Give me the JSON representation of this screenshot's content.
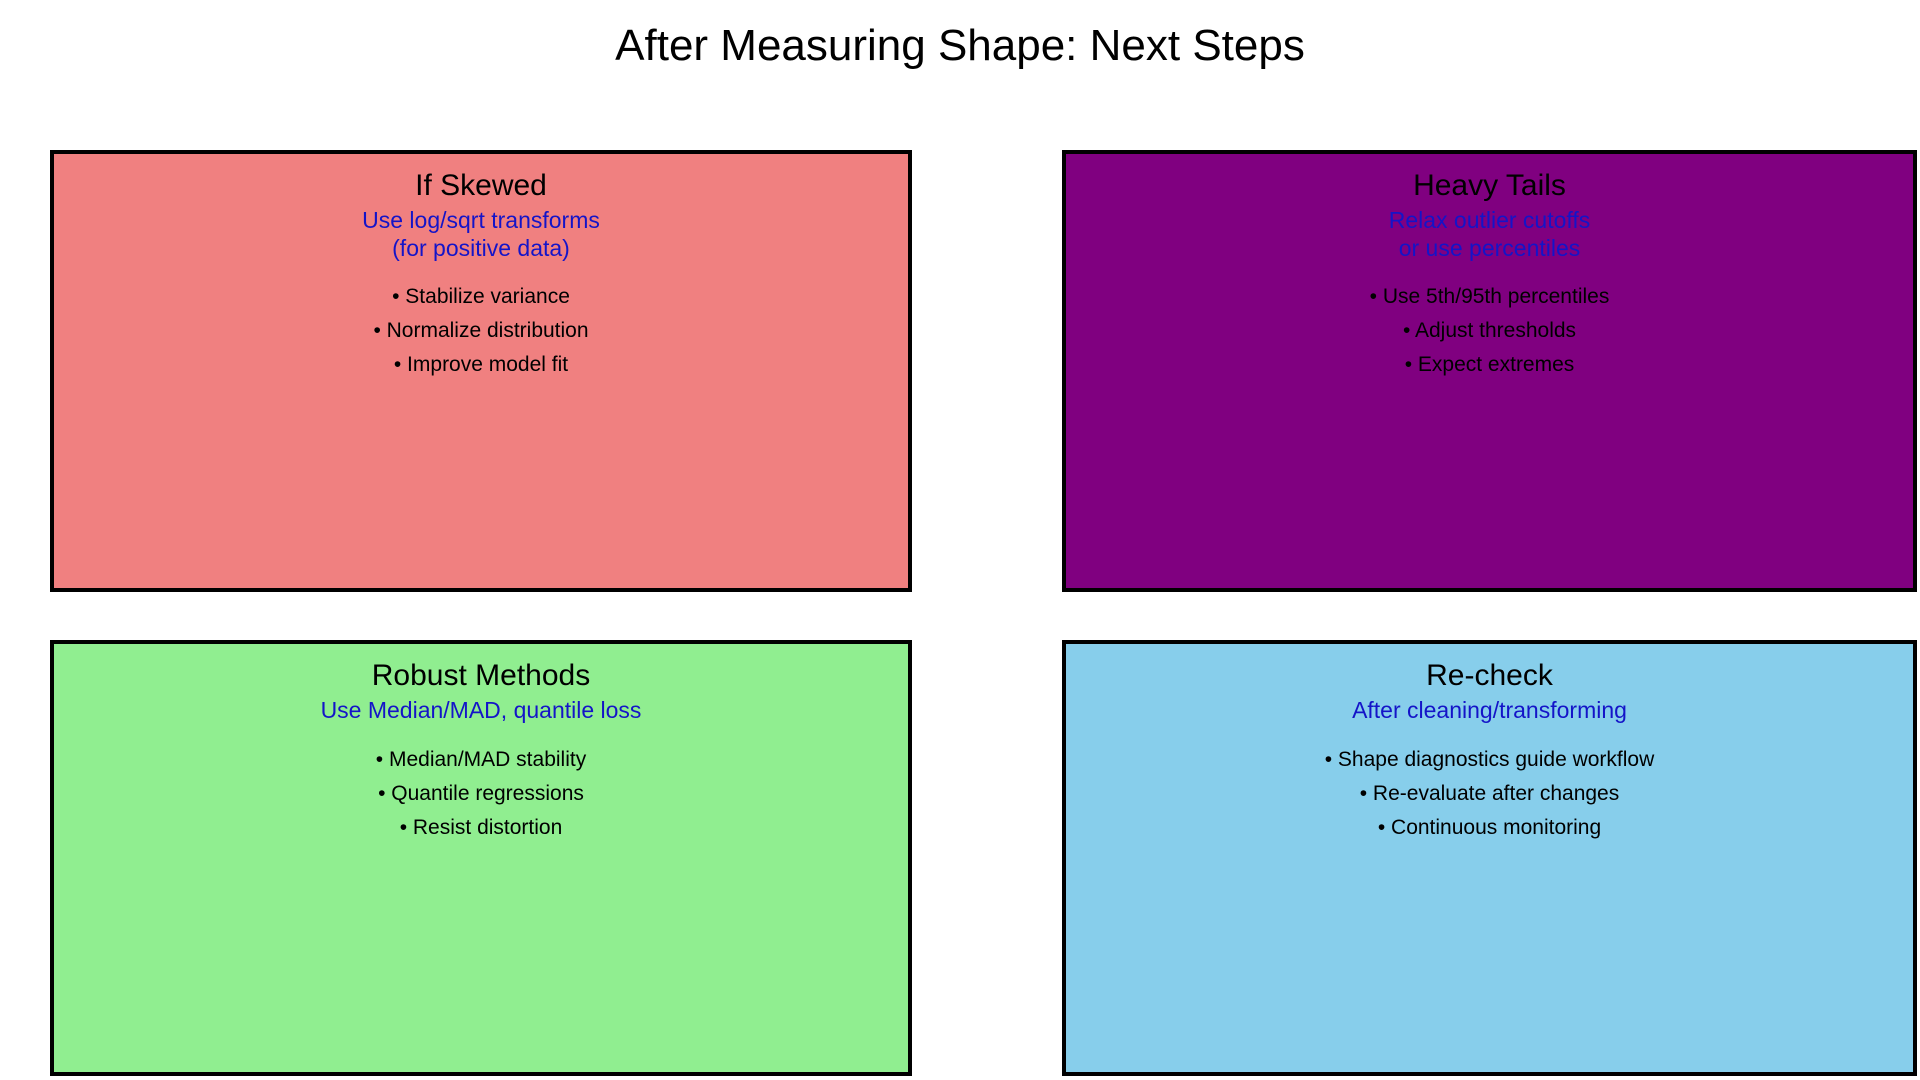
{
  "page": {
    "title": "After Measuring Shape: Next Steps",
    "background_color": "#ffffff",
    "title_color": "#000000",
    "subtitle_color": "#1414c8",
    "border_color": "#000000"
  },
  "panels": [
    {
      "id": "if-skewed",
      "heading": "If Skewed",
      "subtitle": "Use log/sqrt transforms\n(for positive data)",
      "bullets": [
        "• Stabilize variance",
        "• Normalize distribution",
        "• Improve model fit"
      ],
      "fill_color": "#f08080"
    },
    {
      "id": "heavy-tails",
      "heading": "Heavy Tails",
      "subtitle": "Relax outlier cutoffs\nor use percentiles",
      "bullets": [
        "• Use 5th/95th percentiles",
        "• Adjust thresholds",
        "• Expect extremes"
      ],
      "fill_color": "#800080"
    },
    {
      "id": "robust-methods",
      "heading": "Robust Methods",
      "subtitle": "Use Median/MAD, quantile loss",
      "bullets": [
        "• Median/MAD stability",
        "• Quantile regressions",
        "• Resist distortion"
      ],
      "fill_color": "#90ee90"
    },
    {
      "id": "re-check",
      "heading": "Re-check",
      "subtitle": "After cleaning/transforming",
      "bullets": [
        "• Shape diagnostics guide workflow",
        "• Re-evaluate after changes",
        "• Continuous monitoring"
      ],
      "fill_color": "#87ceeb"
    }
  ]
}
